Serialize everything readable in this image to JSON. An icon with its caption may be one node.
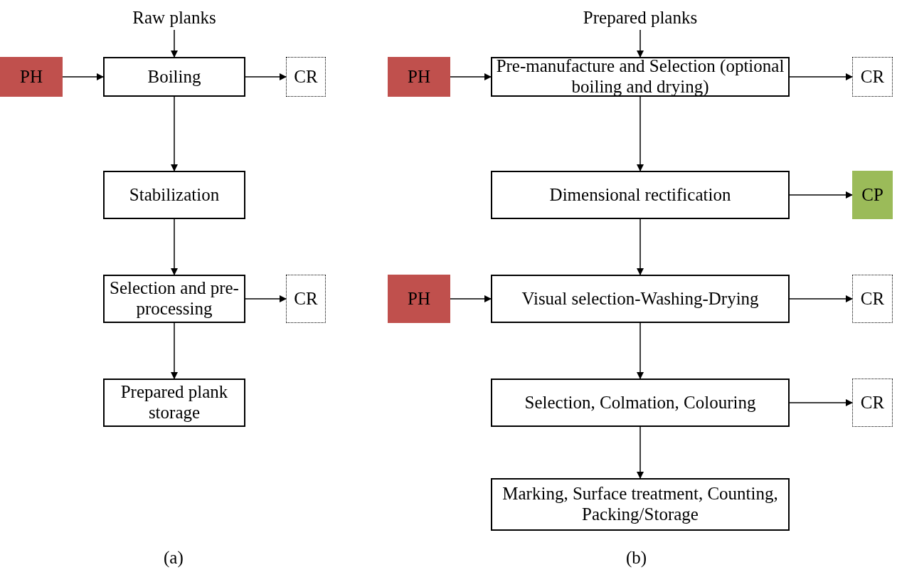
{
  "diagram": {
    "nodes": [
      {
        "text": [
          "Raw planks"
        ]
      },
      {
        "text": [
          "PH"
        ]
      },
      {
        "text": [
          "Boiling"
        ]
      },
      {
        "text": [
          "CR"
        ]
      },
      {
        "text": [
          "Stabilization"
        ]
      },
      {
        "text": [
          "Selection and pre-processing"
        ]
      },
      {
        "text": [
          "CR"
        ]
      },
      {
        "text": [
          "Prepared plank storage"
        ]
      },
      {
        "text": [
          "Prepared planks"
        ]
      },
      {
        "text": [
          "PH"
        ]
      },
      {
        "text": [
          "Pre-manufacture and Selection (optional boiling and drying)"
        ]
      },
      {
        "text": [
          "CR"
        ]
      },
      {
        "text": [
          "Dimensional rectification"
        ]
      },
      {
        "text": [
          "CP"
        ]
      },
      {
        "text": [
          "PH"
        ]
      },
      {
        "text": [
          "Visual selection-Washing-Drying"
        ]
      },
      {
        "text": [
          "CR"
        ]
      },
      {
        "text": [
          "Selection, Colmation, Colouring"
        ]
      },
      {
        "text": [
          "CR"
        ]
      },
      {
        "text": [
          "Marking, Surface treatment, Counting, Packing/Storage"
        ]
      }
    ],
    "edges": [
      {
        "from": 0,
        "to": 2,
        "arrow": "to"
      },
      {
        "from": 1,
        "to": 2,
        "arrow": "to"
      },
      {
        "from": 2,
        "to": 3,
        "arrow": "to"
      },
      {
        "from": 2,
        "to": 4,
        "arrow": "to"
      },
      {
        "from": 4,
        "to": 5,
        "arrow": "to"
      },
      {
        "from": 5,
        "to": 6,
        "arrow": "to"
      },
      {
        "from": 5,
        "to": 7,
        "arrow": "to"
      },
      {
        "from": 8,
        "to": 10,
        "arrow": "to"
      },
      {
        "from": 9,
        "to": 10,
        "arrow": "to"
      },
      {
        "from": 10,
        "to": 11,
        "arrow": "to"
      },
      {
        "from": 10,
        "to": 12,
        "arrow": "to"
      },
      {
        "from": 12,
        "to": 13,
        "arrow": "to"
      },
      {
        "from": 12,
        "to": 15,
        "arrow": "to"
      },
      {
        "from": 14,
        "to": 15,
        "arrow": "to"
      },
      {
        "from": 15,
        "to": 16,
        "arrow": "to"
      },
      {
        "from": 15,
        "to": 17,
        "arrow": "to"
      },
      {
        "from": 17,
        "to": 18,
        "arrow": "to"
      },
      {
        "from": 17,
        "to": 19,
        "arrow": "to"
      }
    ],
    "labels": [
      "(a)",
      "(b)"
    ]
  }
}
